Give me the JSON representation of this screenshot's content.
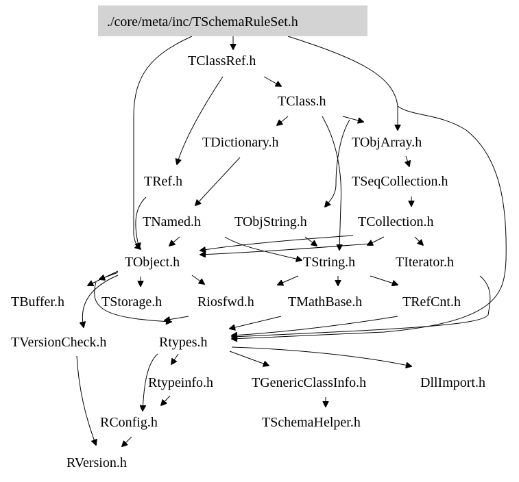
{
  "graph": {
    "root": "./core/meta/inc/TSchemaRuleSet.h",
    "nodes": {
      "root": "./core/meta/inc/TSchemaRuleSet.h",
      "tclassref": "TClassRef.h",
      "tclass": "TClass.h",
      "tdictionary": "TDictionary.h",
      "tobjarray": "TObjArray.h",
      "tref": "TRef.h",
      "tseqcollection": "TSeqCollection.h",
      "tnamed": "TNamed.h",
      "tobjstring": "TObjString.h",
      "tcollection": "TCollection.h",
      "tobject": "TObject.h",
      "tstring": "TString.h",
      "titerator": "TIterator.h",
      "tbuffer": "TBuffer.h",
      "tstorage": "TStorage.h",
      "riosfwd": "Riosfwd.h",
      "tmathbase": "TMathBase.h",
      "trefcnt": "TRefCnt.h",
      "tversioncheck": "TVersionCheck.h",
      "rtypes": "Rtypes.h",
      "rtypeinfo": "Rtypeinfo.h",
      "tgenericclassinfo": "TGenericClassInfo.h",
      "dllimport": "DllImport.h",
      "rconfig": "RConfig.h",
      "tschemahelper": "TSchemaHelper.h",
      "rversion": "RVersion.h"
    },
    "edges": [
      [
        "root",
        "tclassref"
      ],
      [
        "root",
        "tobjarray"
      ],
      [
        "root",
        "tobject"
      ],
      [
        "root",
        "rtypes"
      ],
      [
        "tclassref",
        "tclass"
      ],
      [
        "tclassref",
        "tref"
      ],
      [
        "tclass",
        "tdictionary"
      ],
      [
        "tclass",
        "tobjarray"
      ],
      [
        "tclass",
        "tstring"
      ],
      [
        "tclass",
        "tobjstring"
      ],
      [
        "tdictionary",
        "tnamed"
      ],
      [
        "tobjarray",
        "tseqcollection"
      ],
      [
        "tseqcollection",
        "tcollection"
      ],
      [
        "tref",
        "tobject"
      ],
      [
        "tnamed",
        "tobject"
      ],
      [
        "tnamed",
        "tstring"
      ],
      [
        "tobjstring",
        "tstring"
      ],
      [
        "tcollection",
        "tobject"
      ],
      [
        "tcollection",
        "tstring"
      ],
      [
        "tcollection",
        "titerator"
      ],
      [
        "tobject",
        "tbuffer"
      ],
      [
        "tobject",
        "tstorage"
      ],
      [
        "tobject",
        "riosfwd"
      ],
      [
        "tobject",
        "tversioncheck"
      ],
      [
        "tobject",
        "rtypes"
      ],
      [
        "tstring",
        "riosfwd"
      ],
      [
        "tstring",
        "tmathbase"
      ],
      [
        "tstring",
        "trefcnt"
      ],
      [
        "tstorage",
        "rtypes"
      ],
      [
        "tmathbase",
        "rtypes"
      ],
      [
        "trefcnt",
        "rtypes"
      ],
      [
        "titerator",
        "rtypes"
      ],
      [
        "tversioncheck",
        "rversion"
      ],
      [
        "rtypes",
        "rtypeinfo"
      ],
      [
        "rtypes",
        "tgenericclassinfo"
      ],
      [
        "rtypes",
        "dllimport"
      ],
      [
        "rtypes",
        "rconfig"
      ],
      [
        "rtypeinfo",
        "rconfig"
      ],
      [
        "tgenericclassinfo",
        "tschemahelper"
      ],
      [
        "rconfig",
        "rversion"
      ]
    ]
  }
}
